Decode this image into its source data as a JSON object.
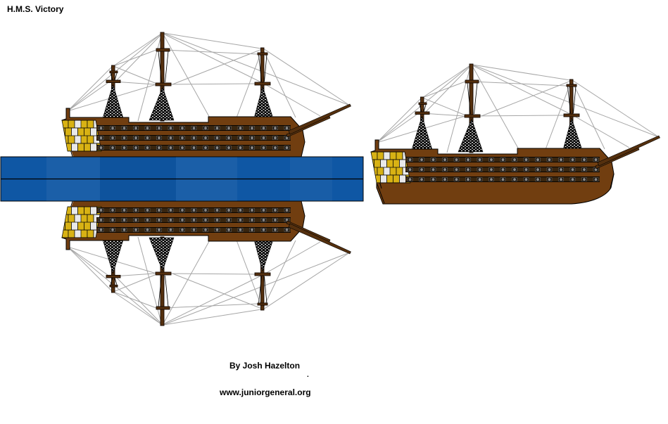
{
  "sheet": {
    "title": "H.M.S. Victory",
    "credit": "By Josh Hazelton",
    "website": "www.juniorgeneral.org",
    "stray_mark": "."
  },
  "figures": {
    "left_figure": "fold-over ship with mirrored top and bottom halves joined by water strip",
    "right_figure": "ship side profile with full hull"
  },
  "colors": {
    "background": "#FFFFFF",
    "text": "#000000",
    "hull-brown": "#713E10",
    "hull-outline": "#000000",
    "deck-stripe": "#38250F",
    "gunport-black": "#0F0A05",
    "gunport-gray": "#8A8A8A",
    "mast-brown": "#55300E",
    "mast-outline": "#140B04",
    "rigging-gray": "#A6A6A6",
    "net-black": "#000000",
    "net-white": "#FFFFFF",
    "stern-gold": "#D8B214",
    "stern-white": "#E9E9E9",
    "water-blue": "#0F57A4"
  }
}
